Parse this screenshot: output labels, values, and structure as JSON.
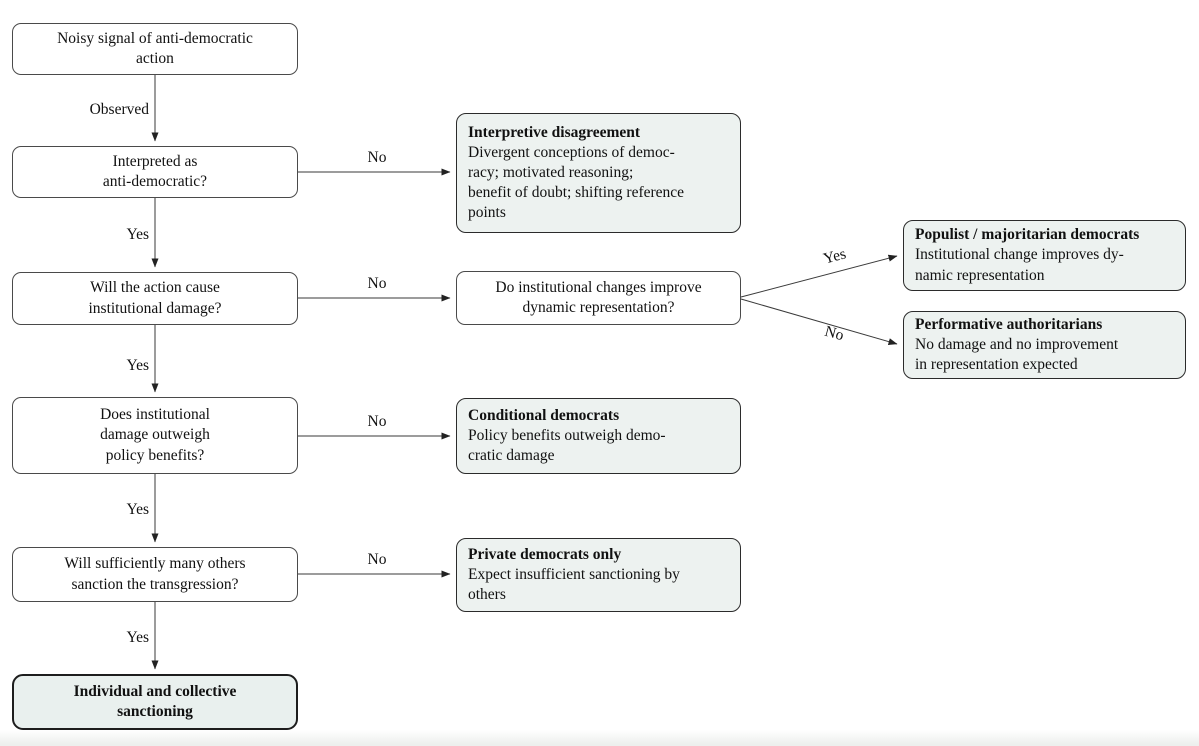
{
  "colors": {
    "background": "#ffffff",
    "question_box_fill": "#ffffff",
    "outcome_box_fill": "#edf2f0",
    "final_box_fill": "#e9f0ee",
    "border": "#2b2b2b",
    "text": "#111111"
  },
  "nodes": {
    "noisy": {
      "text": "Noisy signal of anti-democratic\naction"
    },
    "interpreted": {
      "text": "Interpreted as\nanti-democratic?"
    },
    "interpretive": {
      "title": "Interpretive disagreement",
      "text": "Divergent conceptions of democ-\nracy; motivated reasoning;\nbenefit of doubt; shifting reference\npoints"
    },
    "damage": {
      "text": "Will the action cause\ninstitutional damage?"
    },
    "dynamic": {
      "text": "Do institutional changes improve\ndynamic representation?"
    },
    "populist": {
      "title": "Populist / majoritarian democrats",
      "text": "Institutional change improves dy-\nnamic representation"
    },
    "performative": {
      "title": "Performative authoritarians",
      "text": "No damage and no improvement\nin representation expected"
    },
    "outweigh": {
      "text": "Does institutional\ndamage outweigh\npolicy benefits?"
    },
    "conditional": {
      "title": "Conditional democrats",
      "text": "Policy benefits outweigh demo-\ncratic damage"
    },
    "sanction": {
      "text": "Will sufficiently many others\nsanction the transgression?"
    },
    "private": {
      "title": "Private democrats only",
      "text": "Expect insufficient sanctioning by\nothers"
    },
    "final": {
      "text": "Individual and collective\nsanctioning"
    }
  },
  "edge_labels": {
    "observed": "Observed",
    "interpreted_yes": "Yes",
    "interpreted_no": "No",
    "damage_yes": "Yes",
    "damage_no": "No",
    "dynamic_yes": "Yes",
    "dynamic_no": "No",
    "outweigh_yes": "Yes",
    "outweigh_no": "No",
    "sanction_yes": "Yes",
    "sanction_no": "No"
  }
}
